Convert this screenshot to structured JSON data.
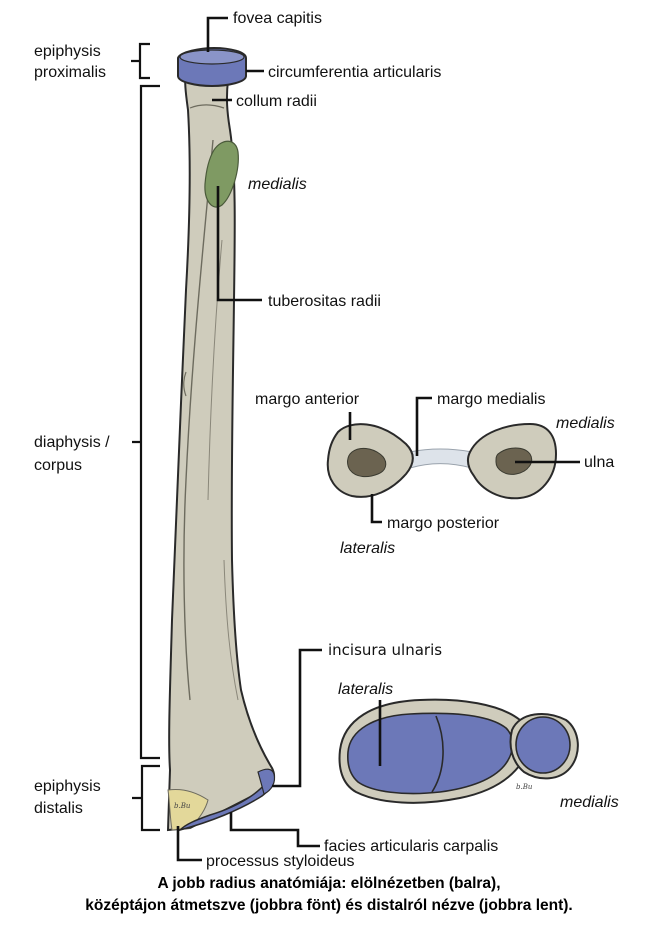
{
  "labels": {
    "fovea_capitis": "fovea capitis",
    "epiphysis_proximalis_1": "epiphysis",
    "epiphysis_proximalis_2": "proximalis",
    "circumferentia_articularis": "circumferentia articularis",
    "collum_radii": "collum radii",
    "medialis_top": "medialis",
    "tuberositas_radii": "tuberositas radii",
    "diaphysis_1": "diaphysis /",
    "diaphysis_2": "corpus",
    "margo_anterior": "margo anterior",
    "margo_medialis": "margo medialis",
    "medialis_cross": "medialis",
    "ulna": "ulna",
    "margo_posterior": "margo posterior",
    "lateralis_cross": "lateralis",
    "incisura_ulnaris": "incisura ulnaris",
    "lateralis_distal": "lateralis",
    "epiphysis_distalis_1": "epiphysis",
    "epiphysis_distalis_2": "distalis",
    "medialis_distal": "medialis",
    "facies_articularis_carpalis": "facies articularis carpalis",
    "processus_styloideus": "processus styloideus"
  },
  "caption": {
    "line1": "A jobb radius anatómiája: elölnézetben (balra),",
    "line2": "középtájon átmetszve (jobbra fönt) és distalról nézve (jobbra lent)."
  },
  "colors": {
    "bone": "#cfccbc",
    "bone_outline": "#2a2a2a",
    "cartilage_blue": "#6c78b8",
    "tuberosity_green": "#7f9a63",
    "marrow_brown": "#6b6350",
    "interosseous_membrane": "#dde3ea",
    "styloid_yellow": "#e3d89a"
  }
}
